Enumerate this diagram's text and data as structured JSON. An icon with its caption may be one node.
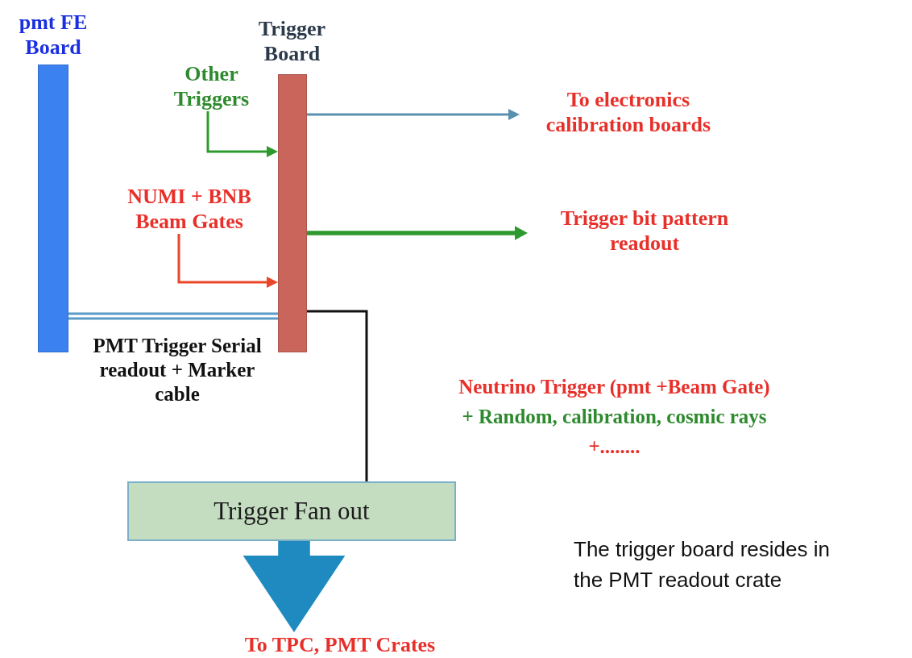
{
  "diagram": {
    "nodes": [
      {
        "text": [
          "pmt FE Board"
        ]
      },
      {
        "text": [
          "Trigger Board"
        ]
      },
      {
        "text": [
          "Other Triggers"
        ]
      },
      {
        "text": [
          "NUMI + BNB Beam Gates"
        ]
      },
      {
        "text": [
          "To electronics calibration boards"
        ]
      },
      {
        "text": [
          "Trigger bit pattern readout"
        ]
      },
      {
        "text": [
          "Trigger Fan out"
        ]
      },
      {
        "text": [
          "To TPC, PMT Crates"
        ]
      }
    ],
    "edges": [
      {
        "from": 2,
        "to": 1,
        "arrow": "to",
        "color": "#2e9a2e"
      },
      {
        "from": 3,
        "to": 1,
        "arrow": "to",
        "color": "#e8472a"
      },
      {
        "from": 1,
        "to": 4,
        "arrow": "to",
        "color": "#5b8fb0"
      },
      {
        "from": 1,
        "to": 5,
        "arrow": "to",
        "style": "thick",
        "color": "#2e9a2e"
      },
      {
        "from": 0,
        "to": 1,
        "arrow": "none",
        "style": "thick",
        "color": "#5b9bc8",
        "label": "PMT Trigger Serial readout + Marker cable"
      },
      {
        "from": 1,
        "to": 6,
        "arrow": "none",
        "color": "#111111"
      },
      {
        "from": 6,
        "to": 7,
        "arrow": "to",
        "style": "thick",
        "color": "#1f8ac0"
      }
    ],
    "labels": [
      "Neutrino Trigger (pmt +Beam Gate)",
      "+ Random, calibration, cosmic rays",
      "+........",
      "The trigger board resides in the PMT readout crate"
    ]
  }
}
